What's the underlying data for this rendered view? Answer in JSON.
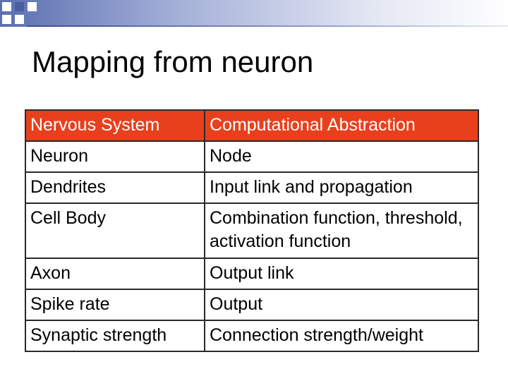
{
  "slide": {
    "title": "Mapping from neuron"
  },
  "table": {
    "columns": [
      "Nervous System",
      "Computational Abstraction"
    ],
    "rows": [
      [
        "Neuron",
        "Node"
      ],
      [
        "Dendrites",
        "Input link and propagation"
      ],
      [
        "Cell Body",
        "Combination function, threshold, activation function"
      ],
      [
        "Axon",
        "Output link"
      ],
      [
        "Spike rate",
        "Output"
      ],
      [
        "Synaptic strength",
        "Connection strength/weight"
      ]
    ]
  },
  "colors": {
    "header_fill": "#e8401c",
    "accent_band": "#5b6fb0"
  }
}
